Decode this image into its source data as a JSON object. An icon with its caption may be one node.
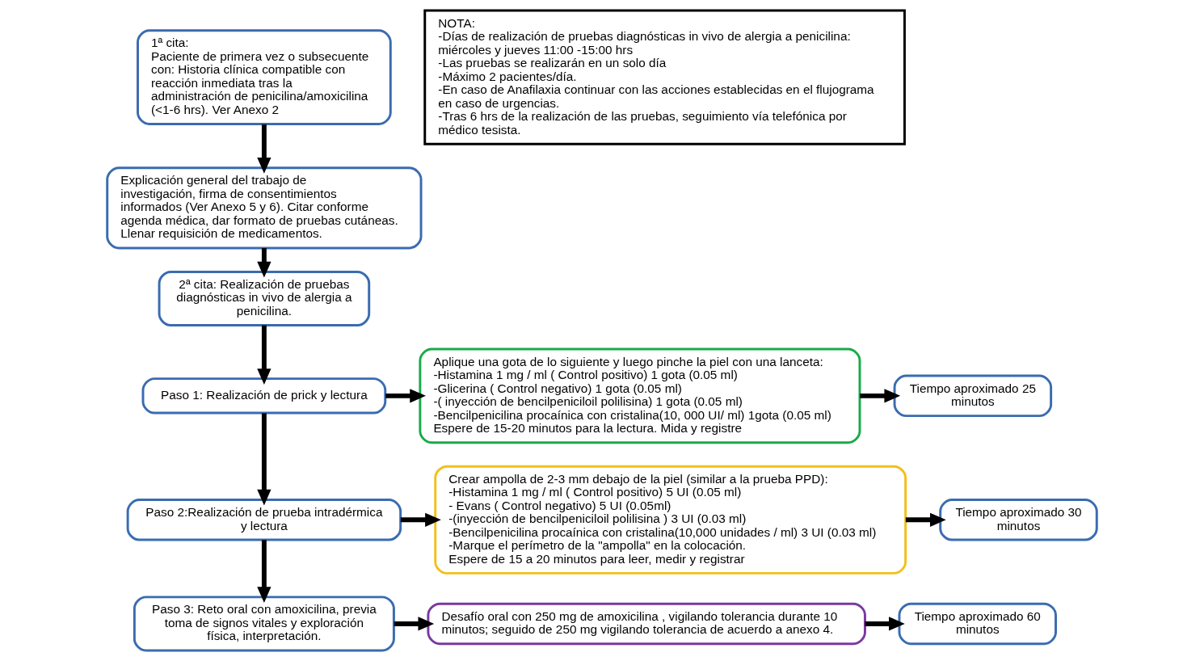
{
  "diagram": {
    "nodes": [
      {
        "text": [
          "1ª cita:",
          "Paciente de primera vez o subsecuente con: Historia clínica compatible con reacción inmediata tras la administración de penicilina/amoxicilina (<1-6 hrs). Ver Anexo 2"
        ]
      },
      {
        "text": [
          "Explicación general del trabajo de investigación, firma de consentimientos informados (Ver Anexo 5 y 6). Citar conforme agenda médica, dar formato de pruebas cutáneas. Llenar requisición de medicamentos."
        ]
      },
      {
        "text": [
          "2ª cita: Realización de pruebas diagnósticas in vivo de alergia a penicilina."
        ]
      },
      {
        "text": [
          "Paso 1: Realización de prick y lectura"
        ]
      },
      {
        "text": [
          "Paso 2:Realización de prueba intradérmica y lectura"
        ]
      },
      {
        "text": [
          "Paso 3: Reto oral con amoxicilina, previa toma de signos vitales y exploración física, interpretación."
        ]
      },
      {
        "text": [
          "NOTA:",
          "-Días de realización de pruebas diagnósticas in vivo de alergia a penicilina: miércoles y jueves 11:00 -15:00 hrs",
          "-Las pruebas se realizarán en un solo día",
          "-Máximo 2 pacientes/día.",
          "-En caso de Anafilaxia continuar con las acciones establecidas en el flujograma en caso de urgencias.",
          "-Tras 6 hrs de la realización de las pruebas, seguimiento vía telefónica por médico tesista."
        ]
      },
      {
        "text": [
          "Aplique una gota de lo siguiente y luego pinche la piel con una lanceta:",
          "-Histamina 1 mg / ml ( Control positivo) 1 gota (0.05 ml)",
          "-Glicerina ( Control negativo) 1 gota (0.05 ml)",
          "-( inyección de bencilpeniciloil polilisina) 1 gota (0.05 ml)",
          "-Bencilpenicilina procaínica con cristalina(10, 000 UI/ ml) 1gota (0.05 ml)",
          "Espere de 15-20 minutos para la lectura. Mida y registre"
        ]
      },
      {
        "text": [
          "Crear ampolla de 2-3 mm debajo de la piel (similar a la prueba PPD):",
          "-Histamina 1 mg / ml ( Control positivo) 5 UI (0.05 ml)",
          "- Evans ( Control negativo) 5 UI (0.05ml)",
          "-(inyección de bencilpeniciloil polilisina ) 3 UI (0.03 ml)",
          "-Bencilpenicilina procaínica con cristalina(10,000 unidades / ml) 3 UI (0.03 ml)",
          "-Marque el perímetro de la \"ampolla\" en la colocación.",
          "Espere de 15 a 20 minutos para leer, medir y registrar"
        ]
      },
      {
        "text": [
          "Desafío oral con 250 mg de amoxicilina , vigilando tolerancia durante 10 minutos; seguido de 250 mg vigilando tolerancia de acuerdo a anexo 4."
        ]
      },
      {
        "text": [
          "Tiempo aproximado 25 minutos"
        ]
      },
      {
        "text": [
          "Tiempo aproximado 30 minutos"
        ]
      },
      {
        "text": [
          "Tiempo aproximado 60 minutos"
        ]
      }
    ],
    "edges": [
      {
        "from": 0,
        "to": 1,
        "arrow": "to"
      },
      {
        "from": 1,
        "to": 2,
        "arrow": "to"
      },
      {
        "from": 2,
        "to": 3,
        "arrow": "to"
      },
      {
        "from": 3,
        "to": 4,
        "arrow": "to"
      },
      {
        "from": 4,
        "to": 5,
        "arrow": "to"
      },
      {
        "from": 3,
        "to": 7,
        "arrow": "to"
      },
      {
        "from": 7,
        "to": 10,
        "arrow": "to"
      },
      {
        "from": 4,
        "to": 8,
        "arrow": "to"
      },
      {
        "from": 8,
        "to": 11,
        "arrow": "to"
      },
      {
        "from": 5,
        "to": 9,
        "arrow": "to"
      },
      {
        "from": 9,
        "to": 12,
        "arrow": "to"
      }
    ]
  }
}
